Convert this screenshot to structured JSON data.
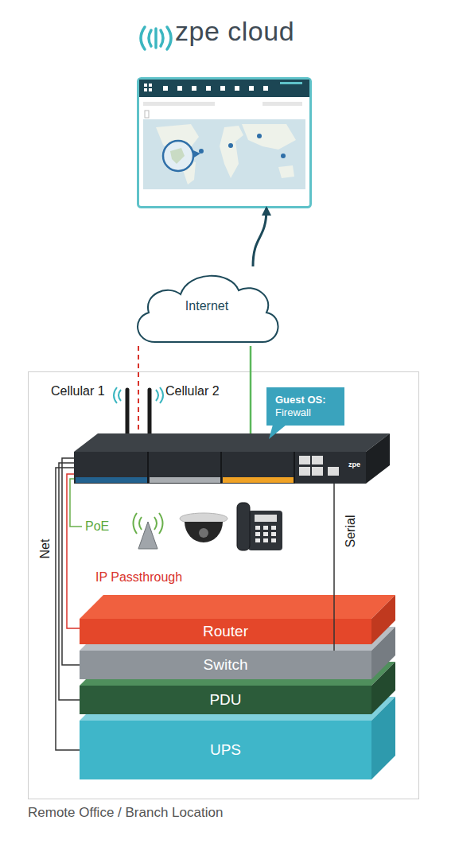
{
  "diagram": {
    "nodes": [
      {
        "text": [
          "zpe cloud"
        ]
      },
      {
        "text": [
          "Internet"
        ]
      },
      {
        "text": [
          "Remote Office / Branch Location"
        ]
      },
      {
        "text": [
          "Guest OS:",
          "Firewall"
        ],
        "in": 2
      },
      {
        "text": [
          "zpe"
        ],
        "in": 2
      },
      {
        "text": [
          "Router"
        ],
        "in": 2
      },
      {
        "text": [
          "Switch"
        ],
        "in": 2
      },
      {
        "text": [
          "PDU"
        ],
        "in": 2
      },
      {
        "text": [
          "UPS"
        ],
        "in": 2
      }
    ],
    "edges": [
      {
        "from": 1,
        "to": 0,
        "arrow": "to"
      },
      {
        "from": 1,
        "to": 4,
        "arrow": "none"
      },
      {
        "from": 1,
        "to": 4,
        "arrow": "none"
      },
      {
        "from": 4,
        "to": 5,
        "label": "IP Passthrough",
        "arrow": "none"
      },
      {
        "from": 4,
        "to": 6,
        "arrow": "none"
      },
      {
        "from": 4,
        "to": 7,
        "arrow": "none"
      },
      {
        "from": 4,
        "to": 8,
        "arrow": "none"
      },
      {
        "from": 4,
        "to": 6,
        "label": "Serial",
        "arrow": "none"
      }
    ],
    "labels": [
      "Cellular 1",
      "Cellular 2",
      "PoE",
      "Net"
    ]
  }
}
